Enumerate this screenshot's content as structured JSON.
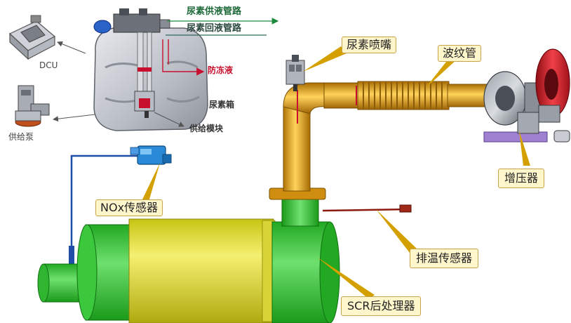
{
  "labels": {
    "urea_supply_line": "尿素供液管路",
    "urea_return_line": "尿素回液管路",
    "antifreeze_fluid": "防冻液",
    "urea_tank": "尿素箱",
    "supply_module": "供给模块",
    "dcu": "DCU",
    "supply_pump": "供给泵",
    "urea_nozzle": "尿素喷嘴",
    "bellows": "波纹管",
    "turbocharger": "增压器",
    "nox_sensor": "NOx传感器",
    "exhaust_temp_sensor": "排温传感器",
    "scr_aftertreatment": "SCR后处理器"
  },
  "colors": {
    "supply_line": "#1e8a3c",
    "return_line": "#2d6a5a",
    "antifreeze": "#c8102e",
    "callout_fill": "#fff6cc",
    "callout_arrow": "#d4a000",
    "scr_body": "#e8e23c",
    "scr_end": "#3cc83c",
    "pipe": "#e0a020",
    "nox_wire": "#1f4fa8",
    "turbo_red": "#d4202a",
    "temp_sensor_rod": "#8b1a10"
  }
}
